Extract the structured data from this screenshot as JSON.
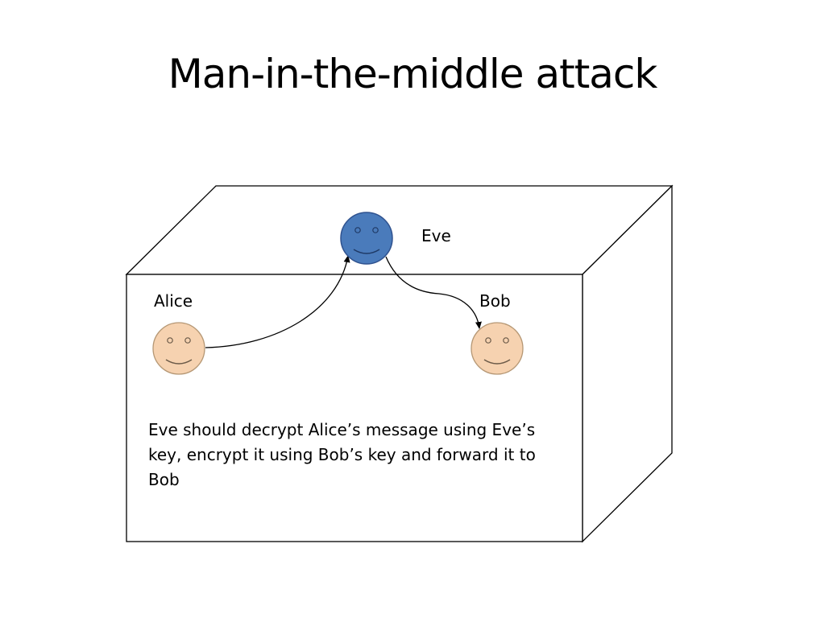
{
  "slide": {
    "title": "Man-in-the-middle attack",
    "caption": "Eve should decrypt Alice’s message using Eve’s key, encrypt it using Bob’s key and forward it to Bob"
  },
  "actors": {
    "alice": {
      "name": "Alice",
      "color": "#f6d2b0"
    },
    "eve": {
      "name": "Eve",
      "color": "#4a7bbb"
    },
    "bob": {
      "name": "Bob",
      "color": "#f6d2b0"
    }
  },
  "icons": {
    "actor": "smiley-face-icon"
  }
}
